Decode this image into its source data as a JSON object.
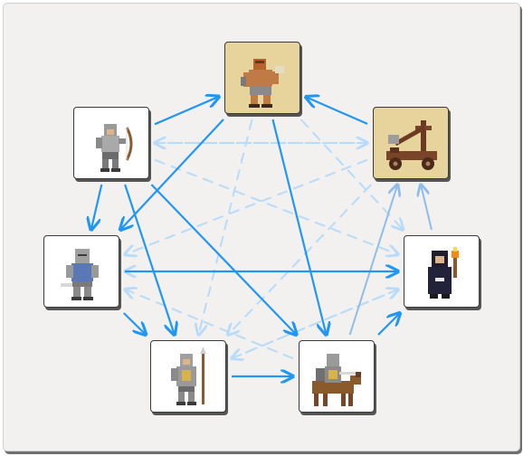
{
  "colors": {
    "panel_bg": "#f2f1ef",
    "card_white": "#ffffff",
    "card_highlight": "#e7d39c",
    "edge_solid": "#2196f3",
    "edge_dashed": "#b7dbf8",
    "edge_light": "#8fbde8"
  },
  "nodes": [
    {
      "id": "barbarian",
      "icon": "barbarian-icon",
      "highlight": true
    },
    {
      "id": "archer",
      "icon": "archer-icon",
      "highlight": false
    },
    {
      "id": "catapult",
      "icon": "catapult-icon",
      "highlight": true
    },
    {
      "id": "swordsman",
      "icon": "swordsman-icon",
      "highlight": false
    },
    {
      "id": "mage",
      "icon": "mage-icon",
      "highlight": false
    },
    {
      "id": "spearman",
      "icon": "spearman-icon",
      "highlight": false
    },
    {
      "id": "knight",
      "icon": "knight-icon",
      "highlight": false
    }
  ],
  "edges": [
    {
      "from": "archer",
      "to": "barbarian",
      "style": "solid"
    },
    {
      "from": "barbarian",
      "to": "swordsman",
      "style": "solid"
    },
    {
      "from": "barbarian",
      "to": "knight",
      "style": "solid"
    },
    {
      "from": "catapult",
      "to": "barbarian",
      "style": "solid"
    },
    {
      "from": "archer",
      "to": "swordsman",
      "style": "solid"
    },
    {
      "from": "archer",
      "to": "spearman",
      "style": "solid"
    },
    {
      "from": "archer",
      "to": "knight",
      "style": "solid"
    },
    {
      "from": "swordsman",
      "to": "mage",
      "style": "solid"
    },
    {
      "from": "swordsman",
      "to": "spearman",
      "style": "solid"
    },
    {
      "from": "spearman",
      "to": "knight",
      "style": "solid"
    },
    {
      "from": "knight",
      "to": "mage",
      "style": "solid"
    },
    {
      "from": "knight",
      "to": "catapult",
      "style": "light"
    },
    {
      "from": "mage",
      "to": "catapult",
      "style": "light"
    },
    {
      "from": "catapult",
      "to": "archer",
      "style": "dashed"
    },
    {
      "from": "barbarian",
      "to": "mage",
      "style": "dashed"
    },
    {
      "from": "barbarian",
      "to": "spearman",
      "style": "dashed"
    },
    {
      "from": "catapult",
      "to": "swordsman",
      "style": "dashed"
    },
    {
      "from": "catapult",
      "to": "spearman",
      "style": "dashed"
    },
    {
      "from": "archer",
      "to": "catapult",
      "style": "dashed"
    },
    {
      "from": "archer",
      "to": "mage",
      "style": "dashed"
    },
    {
      "from": "mage",
      "to": "swordsman",
      "style": "dashed"
    },
    {
      "from": "mage",
      "to": "spearman",
      "style": "dashed"
    },
    {
      "from": "knight",
      "to": "swordsman",
      "style": "dashed"
    },
    {
      "from": "spearman",
      "to": "mage",
      "style": "dashed"
    }
  ]
}
